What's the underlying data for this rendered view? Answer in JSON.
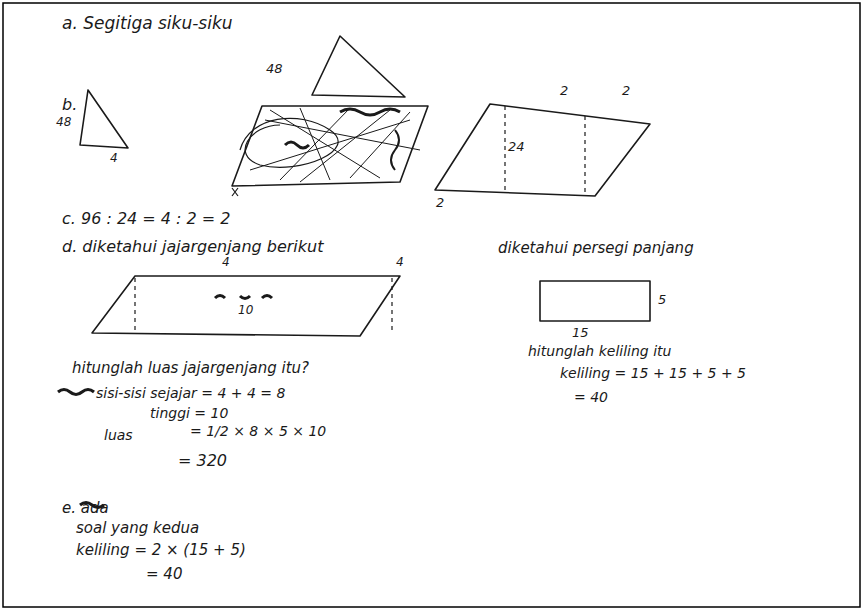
{
  "diagram": {
    "labels": [
      "a. Segitiga siku-siku",
      "48",
      "b.",
      "48",
      "4",
      "2",
      "2",
      "24",
      "2",
      "c. 96 : 24 = 4 : 2 = 2",
      "d. diketahui jajargenjang berikut",
      "4",
      "4",
      "10",
      "diketahui persegi panjang",
      "5",
      "15",
      "hitunglah luas jajargenjang itu?",
      "hitunglah keliling itu",
      "keliling = 15 + 15 + 5 + 5",
      "= 40",
      "sisi-sisi sejajar = 4 + 4 = 8",
      "tinggi = 10",
      "luas",
      "= 1/2 × 8 × 5 × 10",
      "= 320",
      "e. ada",
      "soal yang kedua",
      "keliling = 2 × (15 + 5)",
      "= 40"
    ]
  }
}
